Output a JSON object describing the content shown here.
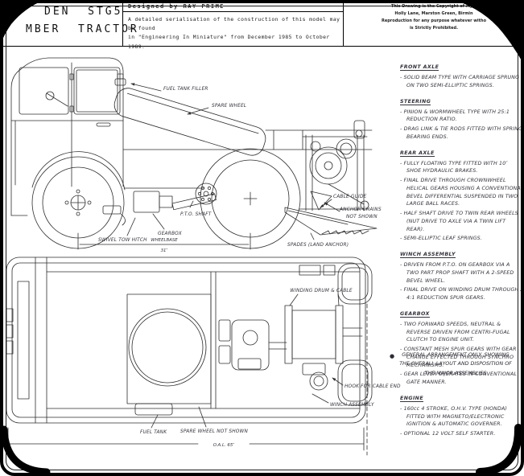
{
  "title_block": {
    "title_line1": "DEN  STG5",
    "title_line2": "MBER  TRACTOR",
    "designer": "Designed  by  RAY  PRIME",
    "serial_note_line1": "A detailed serialisation of the construction of this model may be found",
    "serial_note_line2": "in \"Engineering In Miniature\" from December 1985 to  October  1989.",
    "copyright_line1": "This Drawing is the Copyright of A.J.R",
    "copyright_line2": "Holly Lane, Marston Green, Birmin",
    "copyright_line3": "Reproduction for any purpose whatever witho",
    "copyright_line4": "is Strictly Prohibited."
  },
  "side_labels": {
    "fuel_tank_filler": "FUEL TANK FILLER",
    "spare_wheel": "SPARE WHEEL",
    "pto_shaft": "P.T.O. SHAFT",
    "gearbox": "GEARBOX",
    "tow_hitch": "SWIVEL TOW HITCH",
    "cable_guide": "CABLE GUIDE",
    "anchor_chains_line1": "ANCHOR CHAINS",
    "anchor_chains_line2": "NOT SHOWN",
    "spades": "SPADES (LAND ANCHOR)",
    "wheelbase": "WHEELBASE",
    "wheelbase_dim": "31″"
  },
  "plan_labels": {
    "winding_drum": "WINDING DRUM & CABLE",
    "hook": "HOOK  FOR CABLE END",
    "winch_assembly": "WINCH  ASSEMBLY",
    "spare_wheel_note": "SPARE WHEEL NOT SHOWN",
    "fuel_tank": "FUEL TANK",
    "oal": "O.A.L. 65″"
  },
  "notes": {
    "sections": [
      {
        "heading": "FRONT AXLE",
        "items": [
          "- SOLID BEAM TYPE WITH CARRIAGE SPRUNG ON TWO SEMI-ELLIPTIC SPRINGS."
        ]
      },
      {
        "heading": "STEERING",
        "items": [
          "- PINION & WORMWHEEL TYPE WITH 25:1 REDUCTION RATIO.",
          "- DRAG LINK & TIE RODS FITTED WITH SPRING BEARING ENDS."
        ]
      },
      {
        "heading": "REAR AXLE",
        "items": [
          "- FULLY FLOATING TYPE FITTED WITH 10″ SHOE HYDRAULIC BRAKES.",
          "- FINAL DRIVE THROUGH CROWNWHEEL HELICAL GEARS HOUSING A CONVENTIONAL BEVEL DIFFERENTIAL SUSPENDED IN TWO LARGE BALL RACES.",
          "- HALF SHAFT DRIVE TO TWIN REAR WHEELS (NUT DRIVE TO AXLE VIA A TWIN LIFT REAR).",
          "- SEMI-ELLIPTIC LEAF SPRINGS."
        ]
      },
      {
        "heading": "WINCH ASSEMBLY",
        "items": [
          "- DRIVEN FROM P.T.O. ON GEARBOX VIA A TWO PART PROP SHAFT WITH A 2-SPEED BEVEL WHEEL.",
          "- FINAL DRIVE ON WINDING DRUM THROUGH A 4:1 REDUCTION SPUR GEARS."
        ]
      },
      {
        "heading": "GEARBOX",
        "items": [
          "- TWO FORWARD SPEEDS, NEUTRAL & REVERSE DRIVEN FROM CENTRI-FUGAL CLUTCH TO ENGINE UNIT.",
          "- CONSTANT MESH SPUR GEARS WITH GEAR CHANGE EFFECTED THROUGH SYNCHRO MECHANISMS.",
          "- GEAR LEVER OPERATES IN CONVENTIONAL GATE MANNER."
        ]
      },
      {
        "heading": "ENGINE",
        "items": [
          "- 160cc 4 STROKE, O.H.V. TYPE (HONDA) FITTED WITH MAGNETO/ELECTRONIC IGNITION & AUTOMATIC GOVERNER.",
          "- OPTIONAL 12 VOLT SELF STARTER."
        ]
      }
    ]
  },
  "footnote": {
    "bullet": "●",
    "line1": "GENERAL ARRANGEMENT ONLY, SHOWING",
    "line2": "THE OVERALL LAYOUT AND DISPOSITION OF",
    "line3": "THE MAJOR ASSEMBLIES"
  }
}
